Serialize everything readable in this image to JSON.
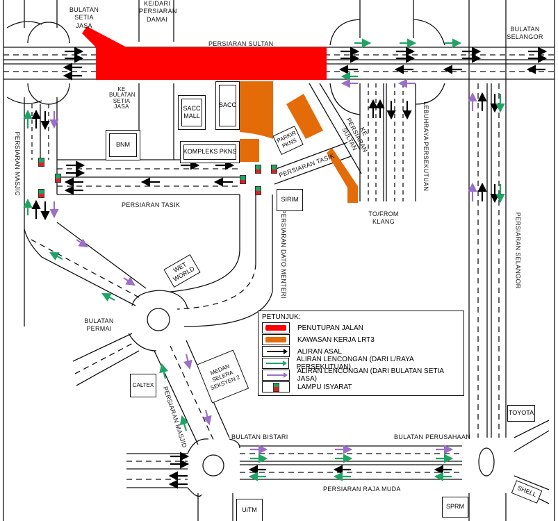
{
  "map": {
    "colors": {
      "road_closure": "#ff0000",
      "lrt3_work_zone": "#e36c09",
      "original_flow": "#000000",
      "diversion_federal_highway": "#1fa463",
      "diversion_setia_jasa": "#9b6fc8",
      "signal_green": "#1fa463",
      "signal_red": "#e02020"
    },
    "road_labels": {
      "persiaran_sultan": "PERSIARAN SULTAN",
      "persiaran_tasik_west": "PERSIARAN TASIK",
      "persiaran_tasik_east": "PERSIARAN TASIK",
      "persiaran_masjid_north": "PERSIARAN MASJIC",
      "persiaran_masjid_south": "PERSIARAN MASJID",
      "persiaran_dato_menteri": "PERSIARAN DATO MENTERI",
      "lebuhraya_persekutuan": "LEBUHRAYA PERSEKUTUAN",
      "persiaran_selangor": "PERSIARAN SELANGOR",
      "persiaran_raja_muda": "PERSIARAN RAJA MUDA",
      "ke_persiaran_sultan": "KE PERSIARAN SULTAN",
      "ke_bulatan_setia_jasa": "KE BULATAN SETIA JASA",
      "ke_dari_persiaran_damai": "KE/DARI PERSIARAN DAMAI",
      "to_from_klang": "TO/FROM KLANG"
    },
    "roundabouts": {
      "setia_jasa": "BULATAN SETIA JASA",
      "selangor": "BULATAN SELANGOR",
      "permai": "BULATAN PERMAI",
      "bistari": "BULATAN BISTARI",
      "perusahaan": "BULATAN PERUSAHAAN"
    },
    "buildings": {
      "sacc_mall": "SACC MALL",
      "sacc": "SACC",
      "bnm": "BNM",
      "kompleks_pkns": "KOMPLEKS PKNS",
      "parkir_pkns": "PARKIR PKNS",
      "sirim": "SIRIM",
      "wet_world": "WET WORLD",
      "medan_selera": "MEDAN SELERA SEKSYEN 2",
      "caltex": "CALTEX",
      "uitm": "UiTM",
      "sprm": "SPRM",
      "toyota": "TOYOTA",
      "shell": "SHELL"
    }
  },
  "legend": {
    "title": "PETUNJUK:",
    "items": [
      {
        "label": "PENUTUPAN JALAN",
        "symbol": "red-bar"
      },
      {
        "label": "KAWASAN KERJA LRT3",
        "symbol": "orange-bar"
      },
      {
        "label": "ALIRAN ASAL",
        "symbol": "black-arrow"
      },
      {
        "label": "ALIRAN LENCONGAN (DARI L/RAYA PERSEKUTUAN)",
        "symbol": "green-arrow"
      },
      {
        "label": "ALIRAN LENCONGAN (DARI BULATAN SETIA JASA)",
        "symbol": "purple-arrow"
      },
      {
        "label": "LAMPU ISYARAT",
        "symbol": "traffic-light"
      }
    ]
  }
}
